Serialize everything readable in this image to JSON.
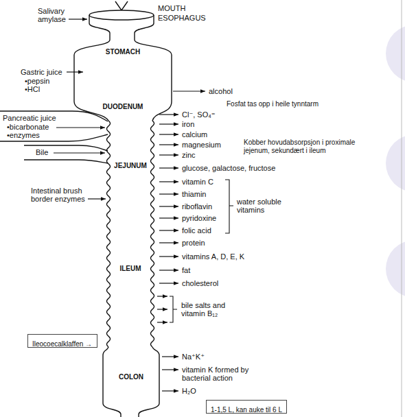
{
  "diagram": {
    "nodes": [
      {
        "text": [
          "Ileocoecalklaffen →"
        ]
      },
      {
        "text": [
          "1-1,5 L, kan auke til 6 L"
        ]
      }
    ],
    "labels": [
      "Salivary amylase",
      "MOUTH",
      "ESOPHAGUS",
      "STOMACH",
      "Gastric juice",
      "•pepsin",
      "•HCl",
      "alcohol",
      "DUODENUM",
      "Fosfat tas opp i heile tynntarm",
      "Pancreatic juice",
      "•bicarbonate",
      "•enzymes",
      "Cl⁻, SO₄⁼",
      "iron",
      "calcium",
      "magnesium",
      "zinc",
      "Kobber hovudabsorpsjon i proximale jejenum, sekundært i ileum",
      "Bile",
      "JEJUNUM",
      "glucose, galactose, fructose",
      "Intestinal brush border enzymes",
      "vitamin C",
      "thiamin",
      "riboflavin",
      "pyridoxine",
      "folic acid",
      "water soluble vitamins",
      "ILEUM",
      "protein",
      "vitamins A, D, E, K",
      "fat",
      "cholesterol",
      "bile salts and vitamin B₁₂",
      "COLON",
      "Na⁺K⁺",
      "vitamin K formed by bacterial action",
      "H₂O"
    ]
  }
}
